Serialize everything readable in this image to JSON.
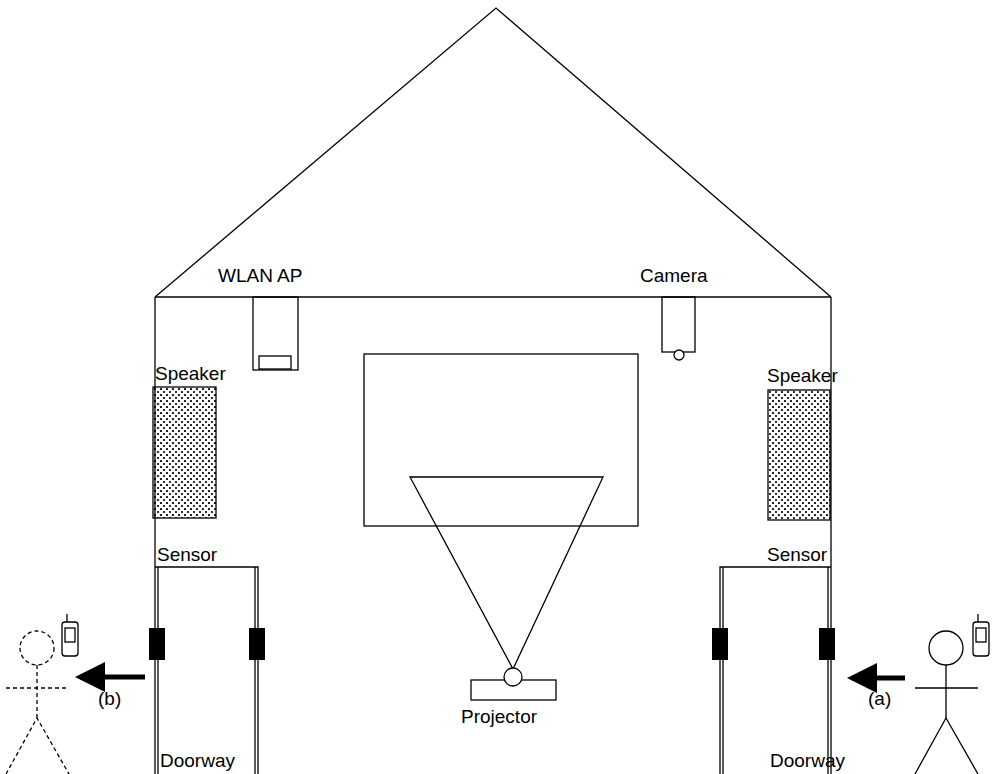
{
  "diagram": {
    "labels": [
      "WLAN AP",
      "Camera",
      "Speaker",
      "Speaker",
      "Sensor",
      "Sensor",
      "Projector",
      "Doorway",
      "Doorway",
      "(a)",
      "(b)"
    ]
  }
}
